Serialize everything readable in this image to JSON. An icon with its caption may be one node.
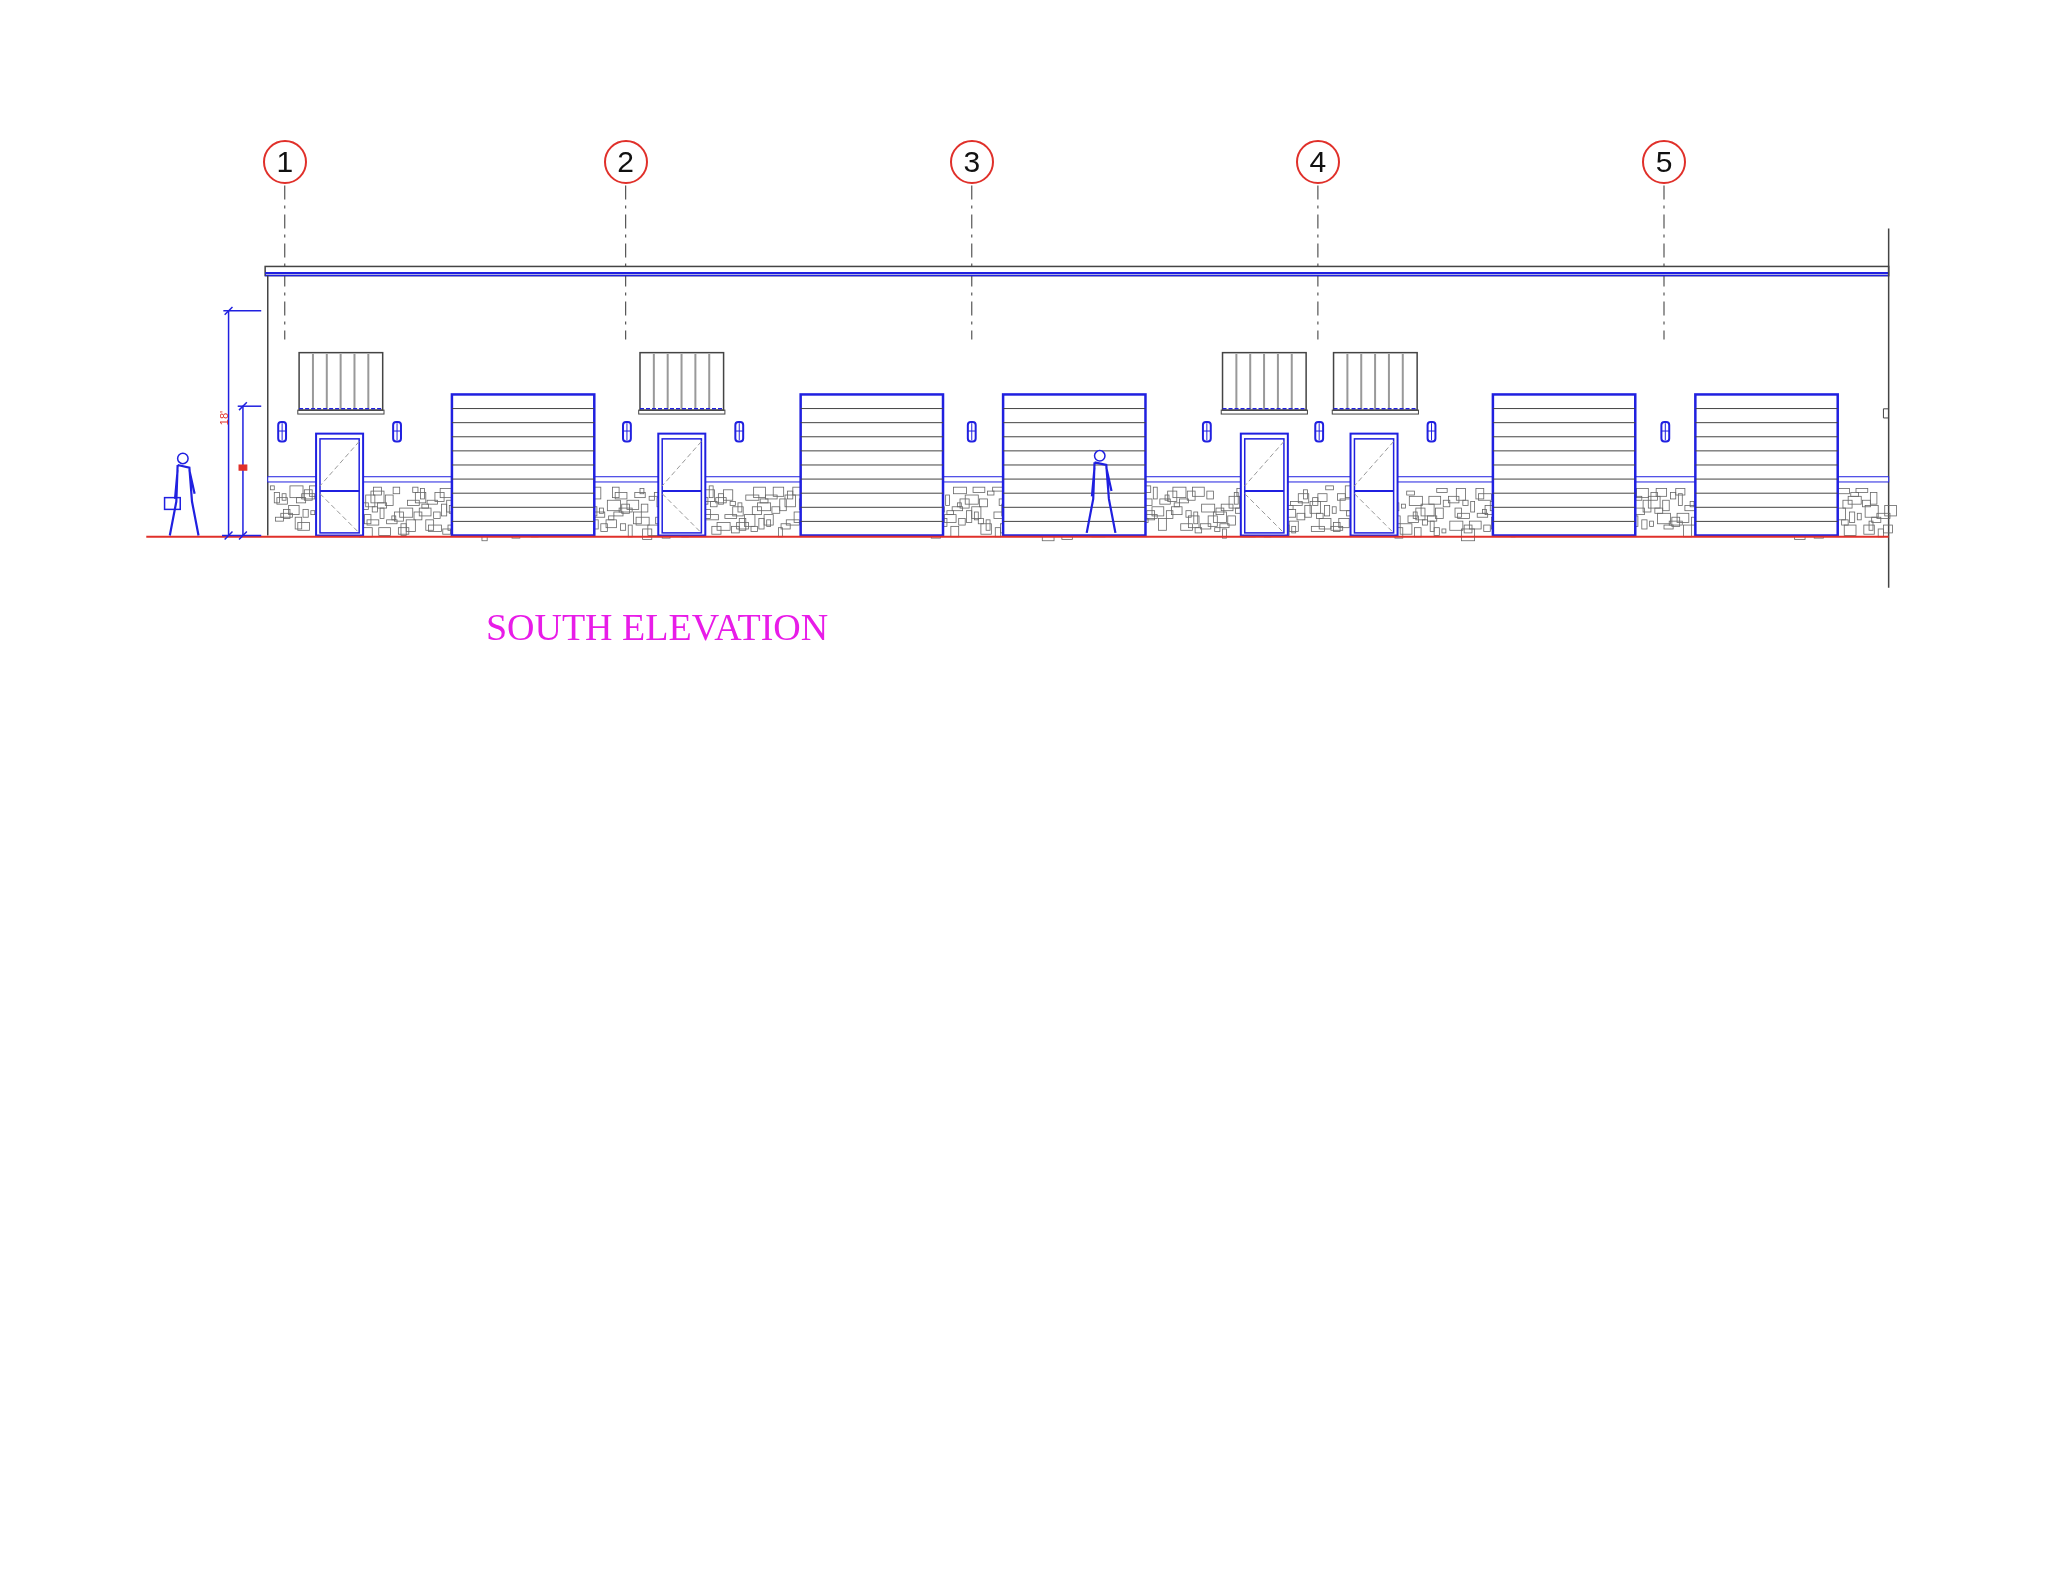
{
  "diagram": {
    "title": "SOUTH ELEVATION",
    "nodes": [
      {
        "text": [
          "1"
        ]
      },
      {
        "text": [
          "2"
        ]
      },
      {
        "text": [
          "3"
        ]
      },
      {
        "text": [
          "4"
        ]
      },
      {
        "text": [
          "5"
        ]
      }
    ],
    "labels": [
      "18'"
    ]
  }
}
